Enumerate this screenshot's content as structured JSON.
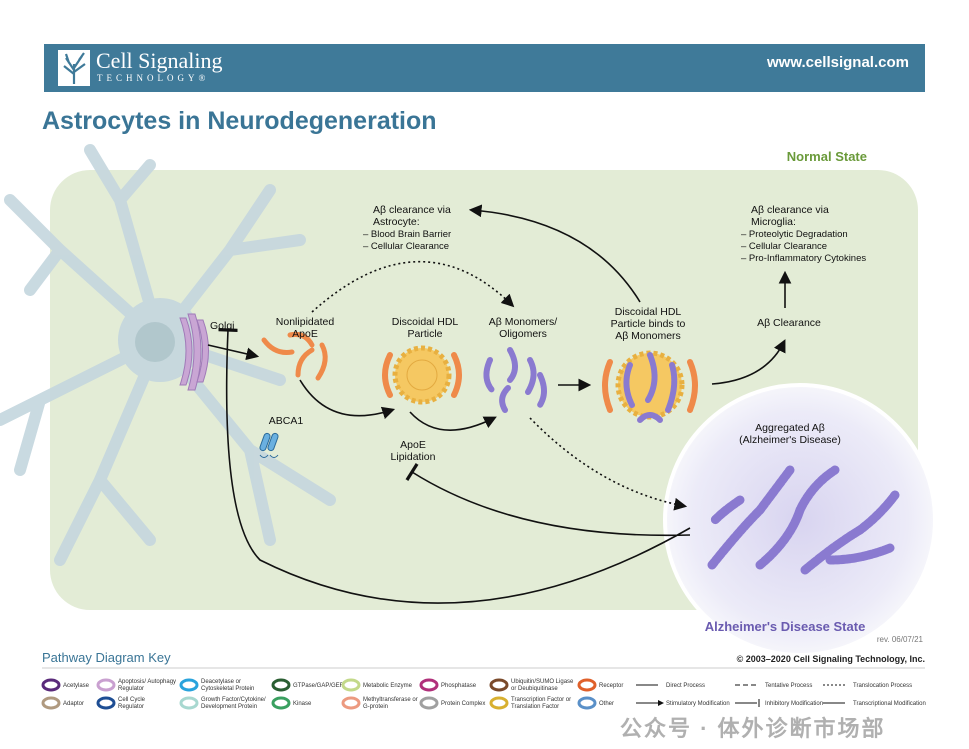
{
  "header": {
    "logo_main": "Cell Signaling",
    "logo_sub": "TECHNOLOGY®",
    "url": "www.cellsignal.com"
  },
  "title": "Astrocytes in Neurodegeneration",
  "states": {
    "normal": "Normal State",
    "disease": "Alzheimer's Disease State"
  },
  "labels": {
    "astro_clear": [
      "Aβ clearance via",
      "Astrocyte:",
      "– Blood Brain Barrier",
      "– Cellular Clearance"
    ],
    "micro_clear": [
      "Aβ clearance via",
      "Microglia:",
      "– Proteolytic Degradation",
      "– Cellular Clearance",
      "– Pro-Inflammatory Cytokines"
    ],
    "golgi": "Golgi",
    "apoe": [
      "Nonlipidated",
      "ApoE"
    ],
    "hdl": [
      "Discoidal HDL",
      "Particle"
    ],
    "monomers": [
      "Aβ Monomers/",
      "Oligomers"
    ],
    "bound": [
      "Discoidal HDL",
      "Particle binds to",
      "Aβ Monomers"
    ],
    "clearance": "Aβ Clearance",
    "abca1": "ABCA1",
    "lipidation": [
      "ApoE",
      "Lipidation"
    ],
    "aggregated": [
      "Aggregated Aβ",
      "(Alzheimer's Disease)"
    ]
  },
  "rev": "rev. 06/07/21",
  "key": {
    "title": "Pathway Diagram Key",
    "copyright": "© 2003–2020 Cell Signaling Technology, Inc.",
    "row1": [
      {
        "label": "Acetylase",
        "color": "#5a2a7a"
      },
      {
        "label": "Apoptosis/ Autophagy Regulator",
        "color": "#c9a0d0"
      },
      {
        "label": "Deacetylase or Cytoskeletal Protein",
        "color": "#29a3dc"
      },
      {
        "label": "GTPase/GAP/GEF",
        "color": "#2a5e32"
      },
      {
        "label": "Metabolic Enzyme",
        "color": "#c3d98a"
      },
      {
        "label": "Phosphatase",
        "color": "#b0307a"
      },
      {
        "label": "Ubiquitin/SUMO Ligase or Deubiquitinase",
        "color": "#7a4a2a"
      },
      {
        "label": "Receptor",
        "color": "#e0602a"
      }
    ],
    "row2": [
      {
        "label": "Adaptor",
        "color": "#b09a80"
      },
      {
        "label": "Cell Cycle Regulator",
        "color": "#1e4e94"
      },
      {
        "label": "Growth Factor/Cytokine/ Development Protein",
        "color": "#a8d8d0"
      },
      {
        "label": "Kinase",
        "color": "#3aa060"
      },
      {
        "label": "Methyltransferase or G-protein",
        "color": "#ec9a80"
      },
      {
        "label": "Protein Complex",
        "color": "#a0a0a0"
      },
      {
        "label": "Transcription Factor or Translation Factor",
        "color": "#d8b030"
      },
      {
        "label": "Other",
        "color": "#5a90c8"
      }
    ],
    "lines": [
      "Direct Process",
      "Tentative Process",
      "Translocation Process",
      "Stimulatory Modification",
      "Inhibitory Modification",
      "Transcriptional Modification"
    ]
  },
  "watermark": "公众号 · 体外诊断市场部",
  "colors": {
    "brand": "#3f7a99",
    "panel": "#e3ecd6",
    "normal_state": "#6a9a3a",
    "disease_state": "#6a5bb0",
    "apoe": "#ef8a4a",
    "hdl": "#f5c862",
    "abeta": "#8a7ad0"
  }
}
